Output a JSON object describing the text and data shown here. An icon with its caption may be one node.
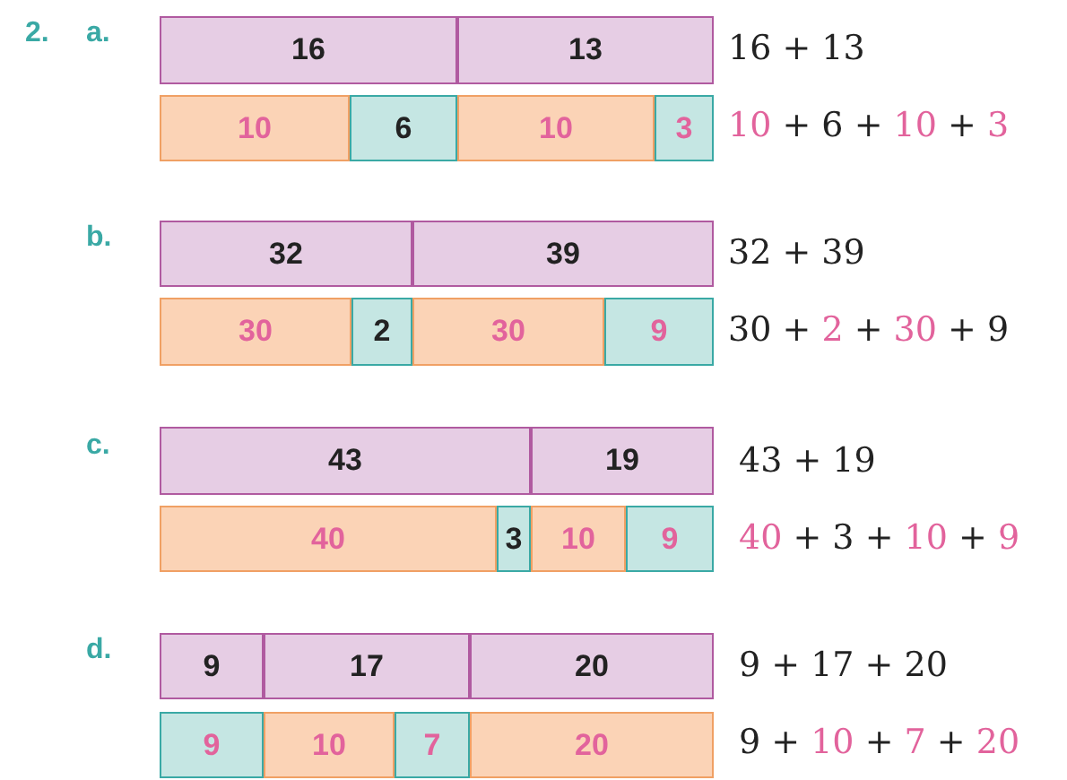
{
  "diagram": {
    "nodes": [
      {
        "text": [
          "16"
        ]
      },
      {
        "text": [
          "13"
        ]
      },
      {
        "text": [
          "10"
        ]
      },
      {
        "text": [
          "6"
        ]
      },
      {
        "text": [
          "10"
        ]
      },
      {
        "text": [
          "3"
        ]
      },
      {
        "text": [
          "32"
        ]
      },
      {
        "text": [
          "39"
        ]
      },
      {
        "text": [
          "30"
        ]
      },
      {
        "text": [
          "2"
        ]
      },
      {
        "text": [
          "30"
        ]
      },
      {
        "text": [
          "9"
        ]
      },
      {
        "text": [
          "43"
        ]
      },
      {
        "text": [
          "19"
        ]
      },
      {
        "text": [
          "40"
        ]
      },
      {
        "text": [
          "3"
        ]
      },
      {
        "text": [
          "10"
        ]
      },
      {
        "text": [
          "9"
        ]
      },
      {
        "text": [
          "9"
        ]
      },
      {
        "text": [
          "17"
        ]
      },
      {
        "text": [
          "20"
        ]
      },
      {
        "text": [
          "9"
        ]
      },
      {
        "text": [
          "10"
        ]
      },
      {
        "text": [
          "7"
        ]
      },
      {
        "text": [
          "20"
        ]
      }
    ],
    "labels": [
      "2.",
      "a.",
      "16 + 13",
      "10 + 6 + 10 + 3",
      "b.",
      "32 + 39",
      "30 + 2 + 30 + 9",
      "c.",
      "43 + 19",
      "40 + 3 + 10 + 9",
      "d.",
      "9 + 17 + 20",
      "9 + 10 + 7 + 20"
    ]
  }
}
